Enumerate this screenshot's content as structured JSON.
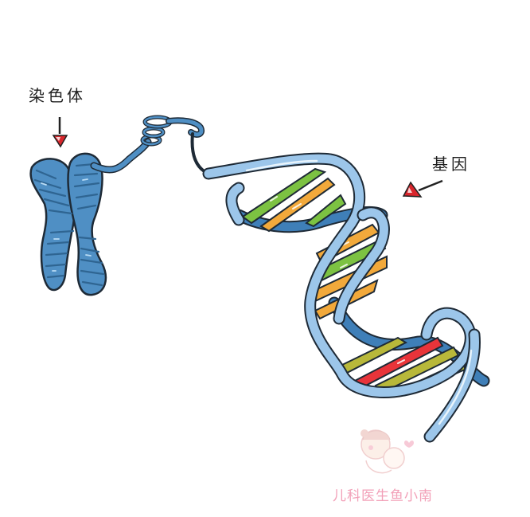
{
  "labels": {
    "chromosome": "染色体",
    "gene": "基因"
  },
  "watermark": {
    "text": "儿科医生鱼小南",
    "color": "#f2a0b8"
  },
  "colors": {
    "chromosome_fill": "#4f8fc4",
    "chromosome_stripe": "#2f6592",
    "helix_light": "#9cc6ea",
    "helix_dark": "#3f7fb8",
    "outline": "#1e2a36",
    "base_green": "#7cc242",
    "base_orange": "#f2a93b",
    "base_olive": "#b8b83a",
    "base_red": "#e8343a",
    "arrow_red": "#d9262c"
  },
  "icons": {
    "chromosome_pointer": "arrow-down-icon",
    "gene_pointer": "arrow-left-icon"
  }
}
